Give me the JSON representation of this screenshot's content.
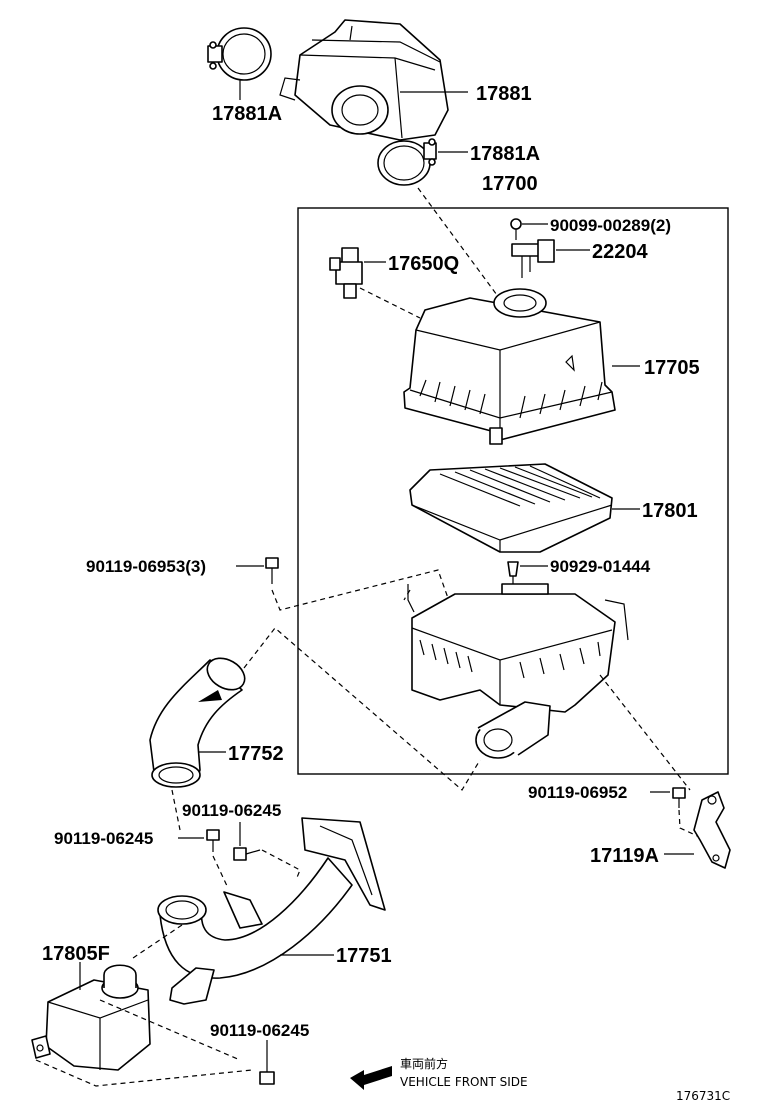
{
  "diagram": {
    "labels": {
      "p17881A_top": "17881A",
      "p17881": "17881",
      "p17881A_clamp": "17881A",
      "p17700": "17700",
      "p90099": "90099-00289(2)",
      "p22204": "22204",
      "p17650Q": "17650Q",
      "p17705": "17705",
      "p17801": "17801",
      "p90119_06953": "90119-06953(3)",
      "p90929": "90929-01444",
      "p17752": "17752",
      "p90119_06952": "90119-06952",
      "p17119A": "17119A",
      "p90119_06245_a": "90119-06245",
      "p90119_06245_b": "90119-06245",
      "p17751": "17751",
      "p17805F": "17805F",
      "p90119_06245_c": "90119-06245"
    },
    "direction_note": {
      "japanese": "車両前方",
      "english": "VEHICLE FRONT SIDE"
    },
    "illustration_code": "176731C"
  }
}
